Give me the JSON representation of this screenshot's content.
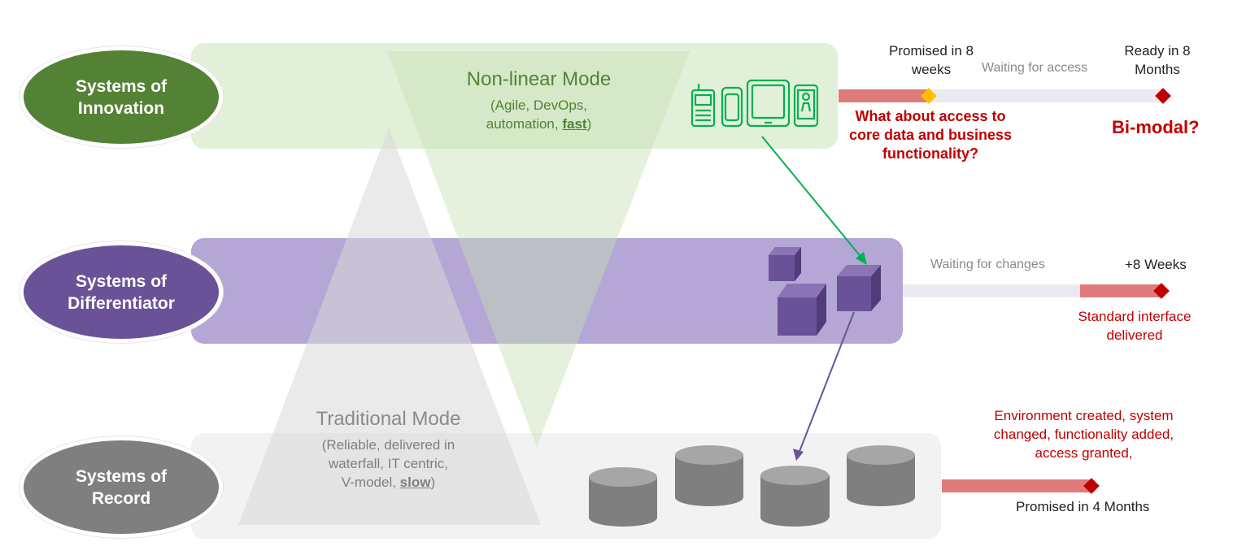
{
  "tiers": {
    "innovation": {
      "label": "Systems of\nInnovation",
      "color": "#548235"
    },
    "differentiator": {
      "label": "Systems of\nDifferentiator",
      "color": "#6a5299"
    },
    "record": {
      "label": "Systems of\nRecord",
      "color": "#7f7f7f"
    }
  },
  "nonlinear_mode": {
    "title": "Non-linear Mode",
    "sub_line1": "(Agile, DevOps,",
    "sub_line2_prefix": "automation, ",
    "sub_line2_emph": "fast",
    "sub_line2_suffix": ")"
  },
  "traditional_mode": {
    "title": "Traditional Mode",
    "sub_line1": "(Reliable, delivered in",
    "sub_line2": "waterfall, IT centric,",
    "sub_line3_prefix": "V-model, ",
    "sub_line3_emph": "slow",
    "sub_line3_suffix": ")"
  },
  "innovation_timeline": {
    "promised": "Promised in 8\nweeks",
    "waiting": "Waiting for access",
    "ready": "Ready in 8\nMonths",
    "question": "What about access to\ncore data and business\nfunctionality?",
    "bimodal": "Bi-modal?"
  },
  "differentiator_timeline": {
    "waiting": "Waiting for changes",
    "weeks": "+8 Weeks",
    "delivered": "Standard interface\ndelivered"
  },
  "record_timeline": {
    "note": "Environment created, system\nchanged, functionality added,\naccess granted,",
    "promised": "Promised in 4 Months"
  },
  "colors": {
    "bar_red": "#e07b7b",
    "bar_grey": "#e9ebf0",
    "diamond_red": "#c00000",
    "diamond_gold": "#ffc000",
    "green_icon": "#00b050",
    "cube": "#6a5299",
    "cylinder": "#808080"
  }
}
